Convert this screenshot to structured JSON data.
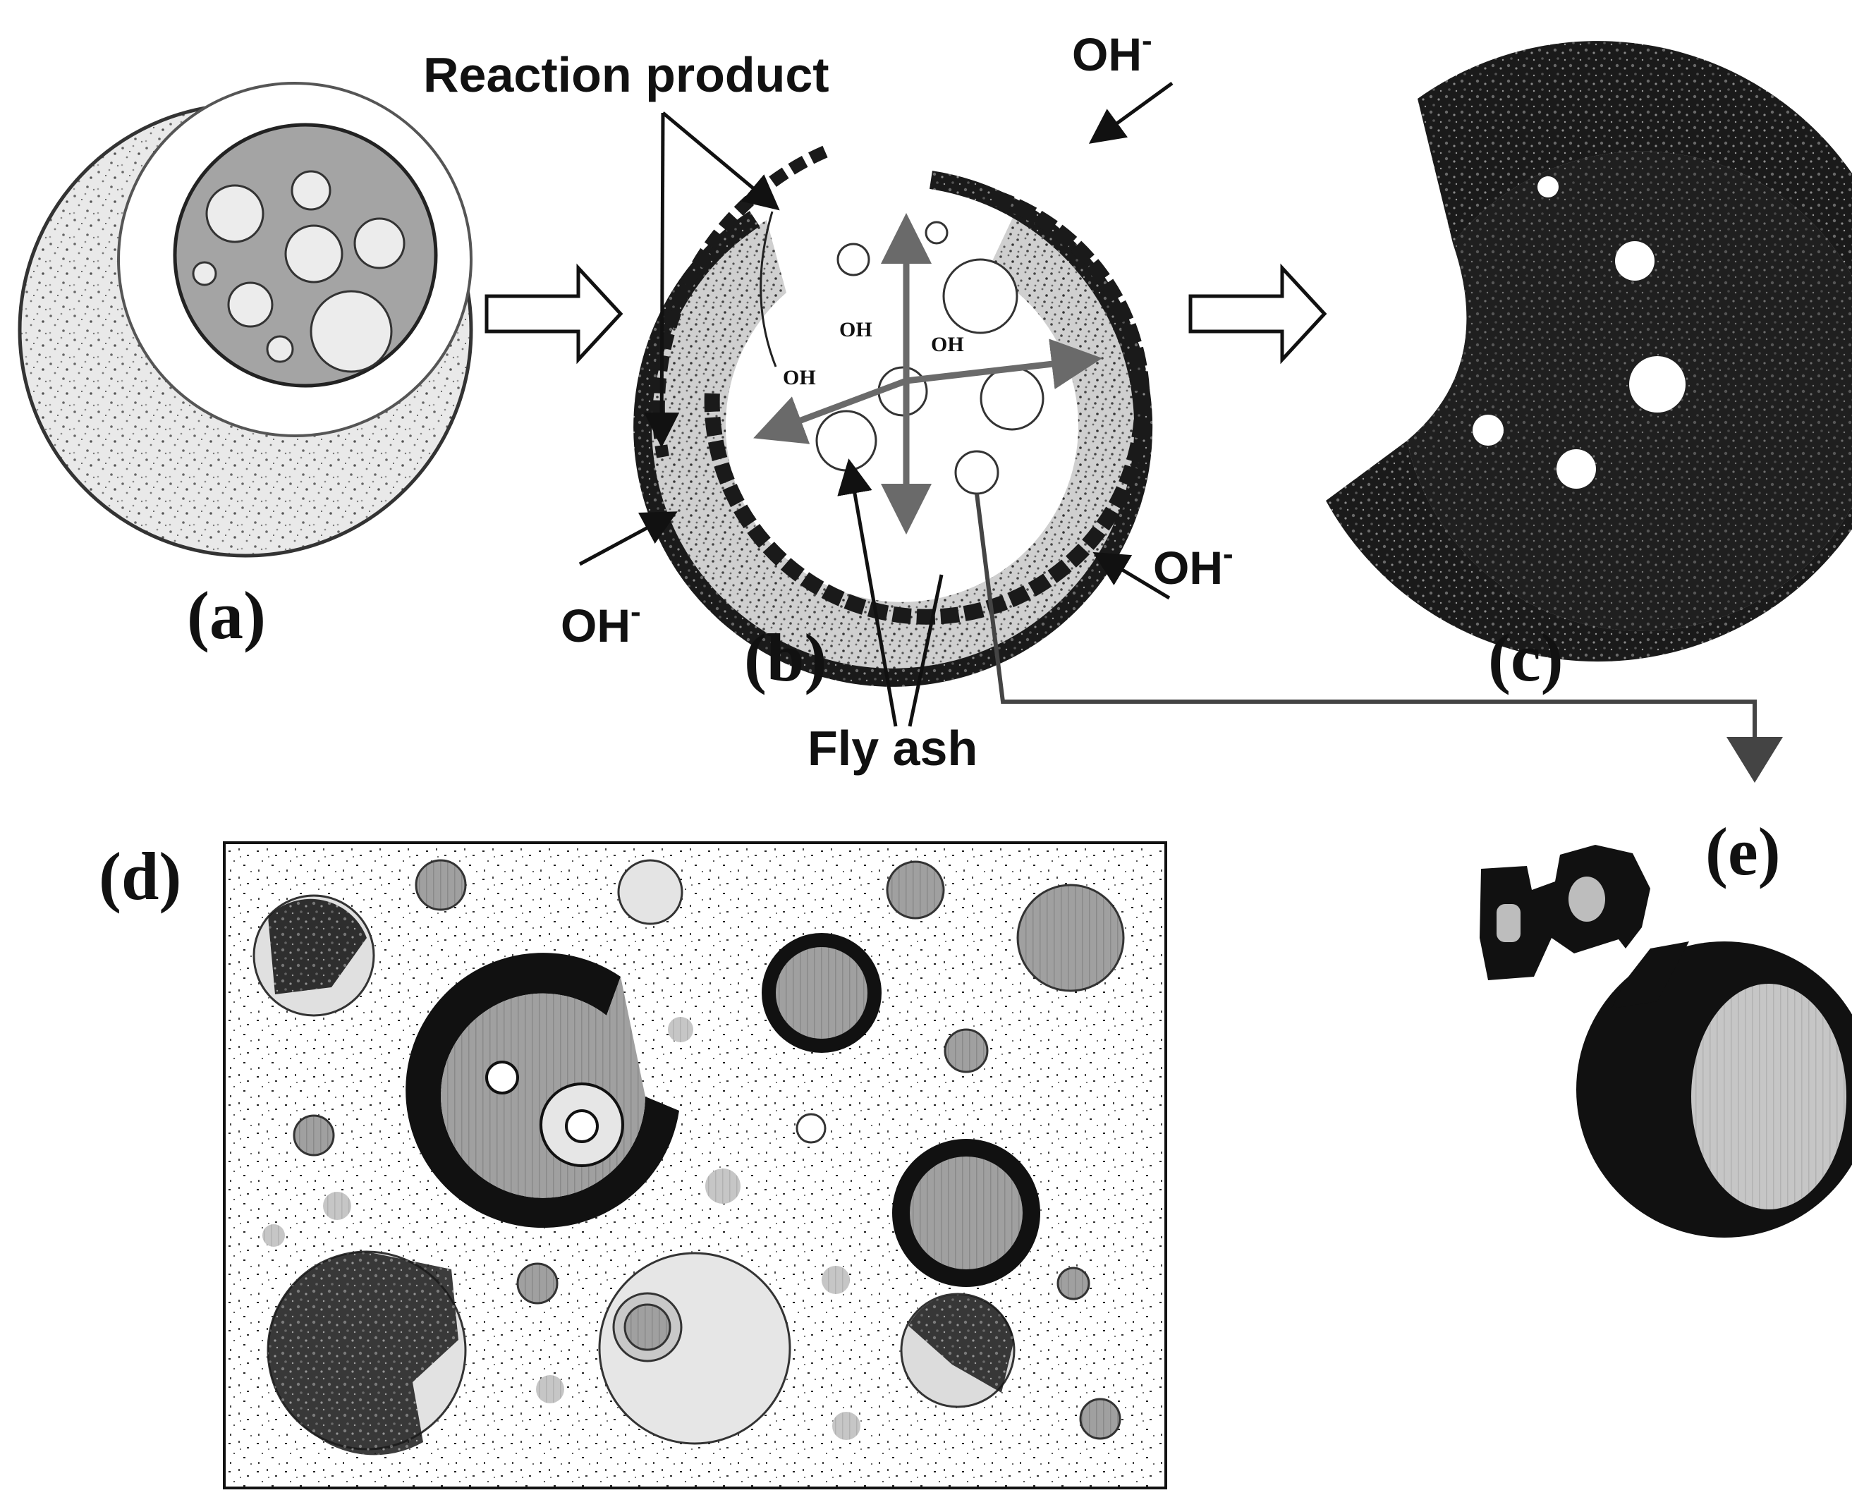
{
  "panels": {
    "a": "(a)",
    "b": "(b)",
    "c": "(c)",
    "d": "(d)",
    "e": "(e)"
  },
  "labels": {
    "reaction_product": "Reaction product",
    "fly_ash": "Fly ash",
    "oh_ion": "OH",
    "oh_ion_charge": "-",
    "oh_inner": "OH"
  },
  "colors": {
    "ink": "#111111",
    "matrix_gray": "#a8a8a8",
    "light_gray": "#d8d8d8",
    "particle_fill": "#f4f4f4",
    "arrow_gray": "#6a6a6a"
  }
}
